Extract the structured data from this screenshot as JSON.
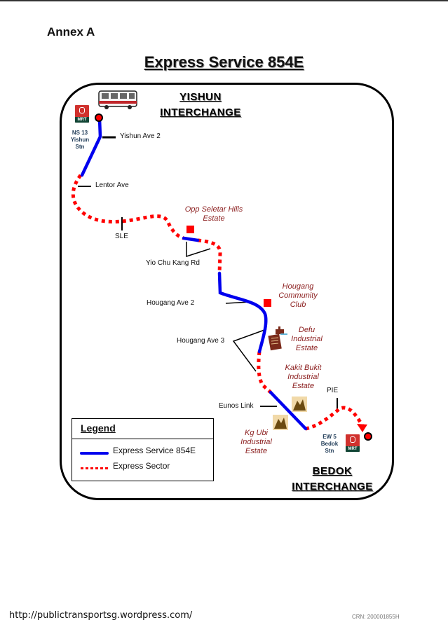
{
  "header": {
    "annex": "Annex A",
    "title": "Express Service 854E"
  },
  "interchanges": {
    "start": {
      "line1": "YISHUN",
      "line2": "INTERCHANGE"
    },
    "end": {
      "line1": "BEDOK",
      "line2": "INTERCHANGE"
    }
  },
  "stations": {
    "start": {
      "code": "NS 13",
      "name1": "Yishun",
      "name2": "Stn",
      "badge": "MRT"
    },
    "end": {
      "code": "EW 5",
      "name1": "Bedok",
      "name2": "Stn",
      "badge": "MRT"
    }
  },
  "roads": {
    "yishun_ave2": "Yishun Ave 2",
    "lentor_ave": "Lentor Ave",
    "sle": "SLE",
    "yio_chu_kang": "Yio Chu Kang Rd",
    "hougang_ave2": "Hougang Ave 2",
    "hougang_ave3": "Hougang Ave 3",
    "eunos_link": "Eunos Link",
    "pie": "PIE"
  },
  "landmarks": {
    "seletar": {
      "line1": "Opp Seletar Hills",
      "line2": "Estate"
    },
    "hougang_cc": {
      "line1": "Hougang",
      "line2": "Community",
      "line3": "Club"
    },
    "defu": {
      "line1": "Defu",
      "line2": "Industrial",
      "line3": "Estate"
    },
    "kakit_bukit": {
      "line1": "Kakit Bukit",
      "line2": "Industrial",
      "line3": "Estate"
    },
    "kg_ubi": {
      "line1": "Kg Ubi",
      "line2": "Industrial",
      "line3": "Estate"
    }
  },
  "legend": {
    "title": "Legend",
    "items": [
      {
        "label": "Express Service 854E",
        "style": "solid",
        "color": "#0000ee"
      },
      {
        "label": "Express Sector",
        "style": "dotted",
        "color": "#ff0000"
      }
    ]
  },
  "colors": {
    "service": "#0000ee",
    "express": "#ff0000",
    "landmark_text": "#8b1e1e"
  },
  "footer": {
    "url": "http://publictransportsg.wordpress.com/",
    "crn": "CRN: 200001855H"
  }
}
